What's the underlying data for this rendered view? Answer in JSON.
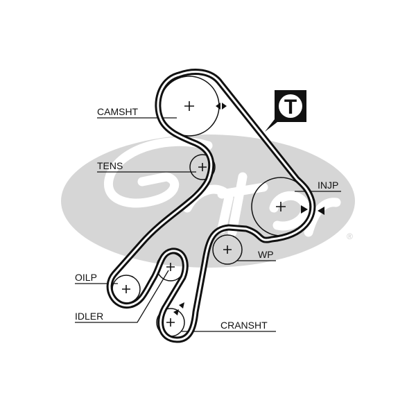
{
  "diagram": {
    "labels": {
      "camshaft": "CAMSHT",
      "tensioner": "TENS",
      "injection_pump": "INJP",
      "water_pump": "WP",
      "oil_pump": "OILP",
      "idler": "IDLER",
      "crankshaft": "CRANSHT"
    },
    "timing_badge": "T",
    "watermark_registered": "®"
  },
  "colors": {
    "belt": "#111111",
    "watermark": "#d6d6d6",
    "text": "#111111",
    "background": "#ffffff"
  }
}
